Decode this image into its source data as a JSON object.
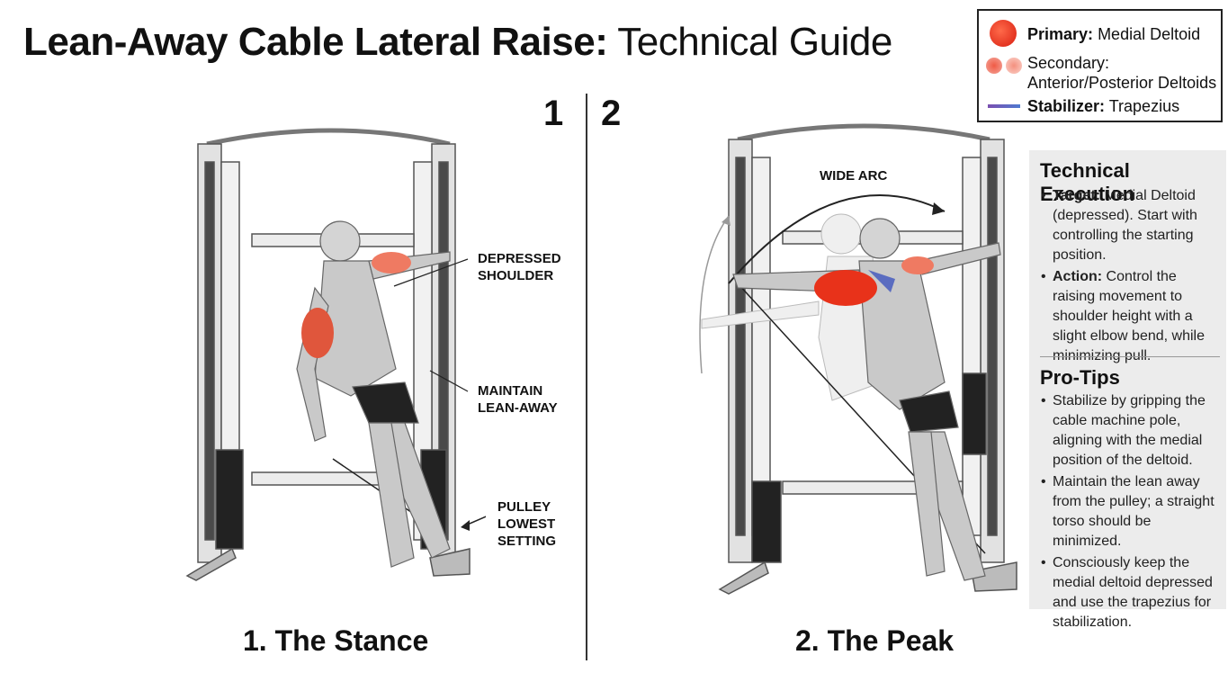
{
  "title": {
    "bold": "Lean-Away Cable Lateral Raise:",
    "rest": " Technical Guide"
  },
  "legend": {
    "primary_label": "Primary:",
    "primary_value": "Medial Deltoid",
    "secondary_label": "Secondary:",
    "secondary_value": "Anterior/Posterior Deltoids",
    "stabilizer_label": "Stabilizer:",
    "stabilizer_value": "Trapezius",
    "colors": {
      "primary": "#e8321a",
      "secondary": "#f08070",
      "stabilizer": "#5a6cc0"
    }
  },
  "steps": {
    "one": "1",
    "two": "2"
  },
  "figure1": {
    "annotations": {
      "depressed_shoulder": [
        "DEPRESSED",
        "SHOULDER"
      ],
      "maintain_lean": [
        "MAINTAIN",
        "LEAN-AWAY"
      ],
      "pulley": [
        "PULLEY",
        "LOWEST",
        "SETTING"
      ]
    },
    "caption": "1. The Stance"
  },
  "figure2": {
    "annotations": {
      "wide_arc": "WIDE ARC"
    },
    "caption": "2. The Peak"
  },
  "panel": {
    "execution_title": "Technical Execution",
    "execution": [
      {
        "label": "Target:",
        "text": " Medial Deltoid (depressed). Start with controlling the starting position."
      },
      {
        "label": "Action:",
        "text": " Control the raising movement to shoulder height with a slight elbow bend, while minimizing pull."
      }
    ],
    "tips_title": "Pro-Tips",
    "tips": [
      "Stabilize by gripping the cable machine pole, aligning with the medial position of the deltoid.",
      "Maintain the lean away from the pulley; a straight torso should be minimized.",
      "Consciously keep the medial deltoid depressed and use the trapezius for stabilization."
    ]
  }
}
